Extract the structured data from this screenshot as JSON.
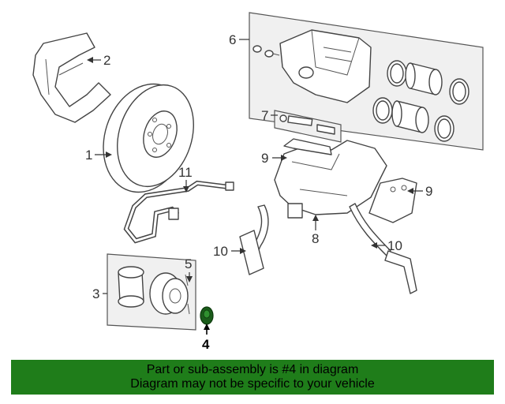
{
  "callouts": {
    "c1": "1",
    "c2": "2",
    "c3": "3",
    "c4": "4",
    "c5": "5",
    "c6": "6",
    "c7": "7",
    "c8": "8",
    "c9a": "9",
    "c9b": "9",
    "c10a": "10",
    "c10b": "10",
    "c11": "11"
  },
  "highlight_color": "#1a5c1a",
  "banner": {
    "line1": "Part or sub-assembly is #4 in diagram",
    "line2": "Diagram may not be specific to your vehicle",
    "background": "#1f7d1a"
  }
}
